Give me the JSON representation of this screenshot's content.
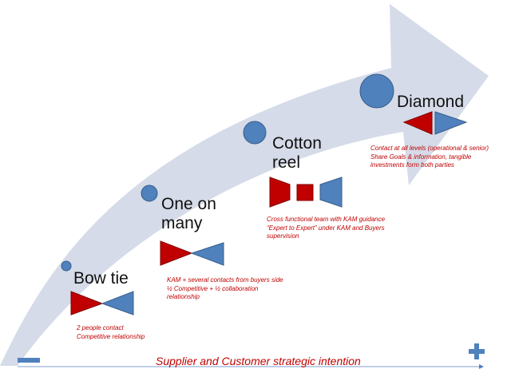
{
  "colors": {
    "arrow": "#d5dbe8",
    "blue": "#4f81bd",
    "blue_stroke": "#385d8a",
    "red": "#c00000",
    "red_stroke": "#7f0000"
  },
  "stages": [
    {
      "name": "Bow tie",
      "description": [
        "2 people contact",
        "Competitive relationship"
      ]
    },
    {
      "name": "One on many",
      "description": [
        "KAM + several contacts from buyers side",
        "½ Competitive + ½ collaboration",
        "relationship"
      ]
    },
    {
      "name": "Cotton reel",
      "description": [
        "Cross functional team with KAM guidance",
        "“Expert to Expert” under KAM and Buyers",
        "supervision"
      ]
    },
    {
      "name": "Diamond",
      "description": [
        "Contact at all levels (operational & senior)",
        "Share Goals & information, tangible",
        "investments form both parties"
      ]
    }
  ],
  "axis": {
    "label": "Supplier and Customer strategic intention",
    "min_icon": "minus-icon",
    "max_icon": "plus-icon"
  }
}
